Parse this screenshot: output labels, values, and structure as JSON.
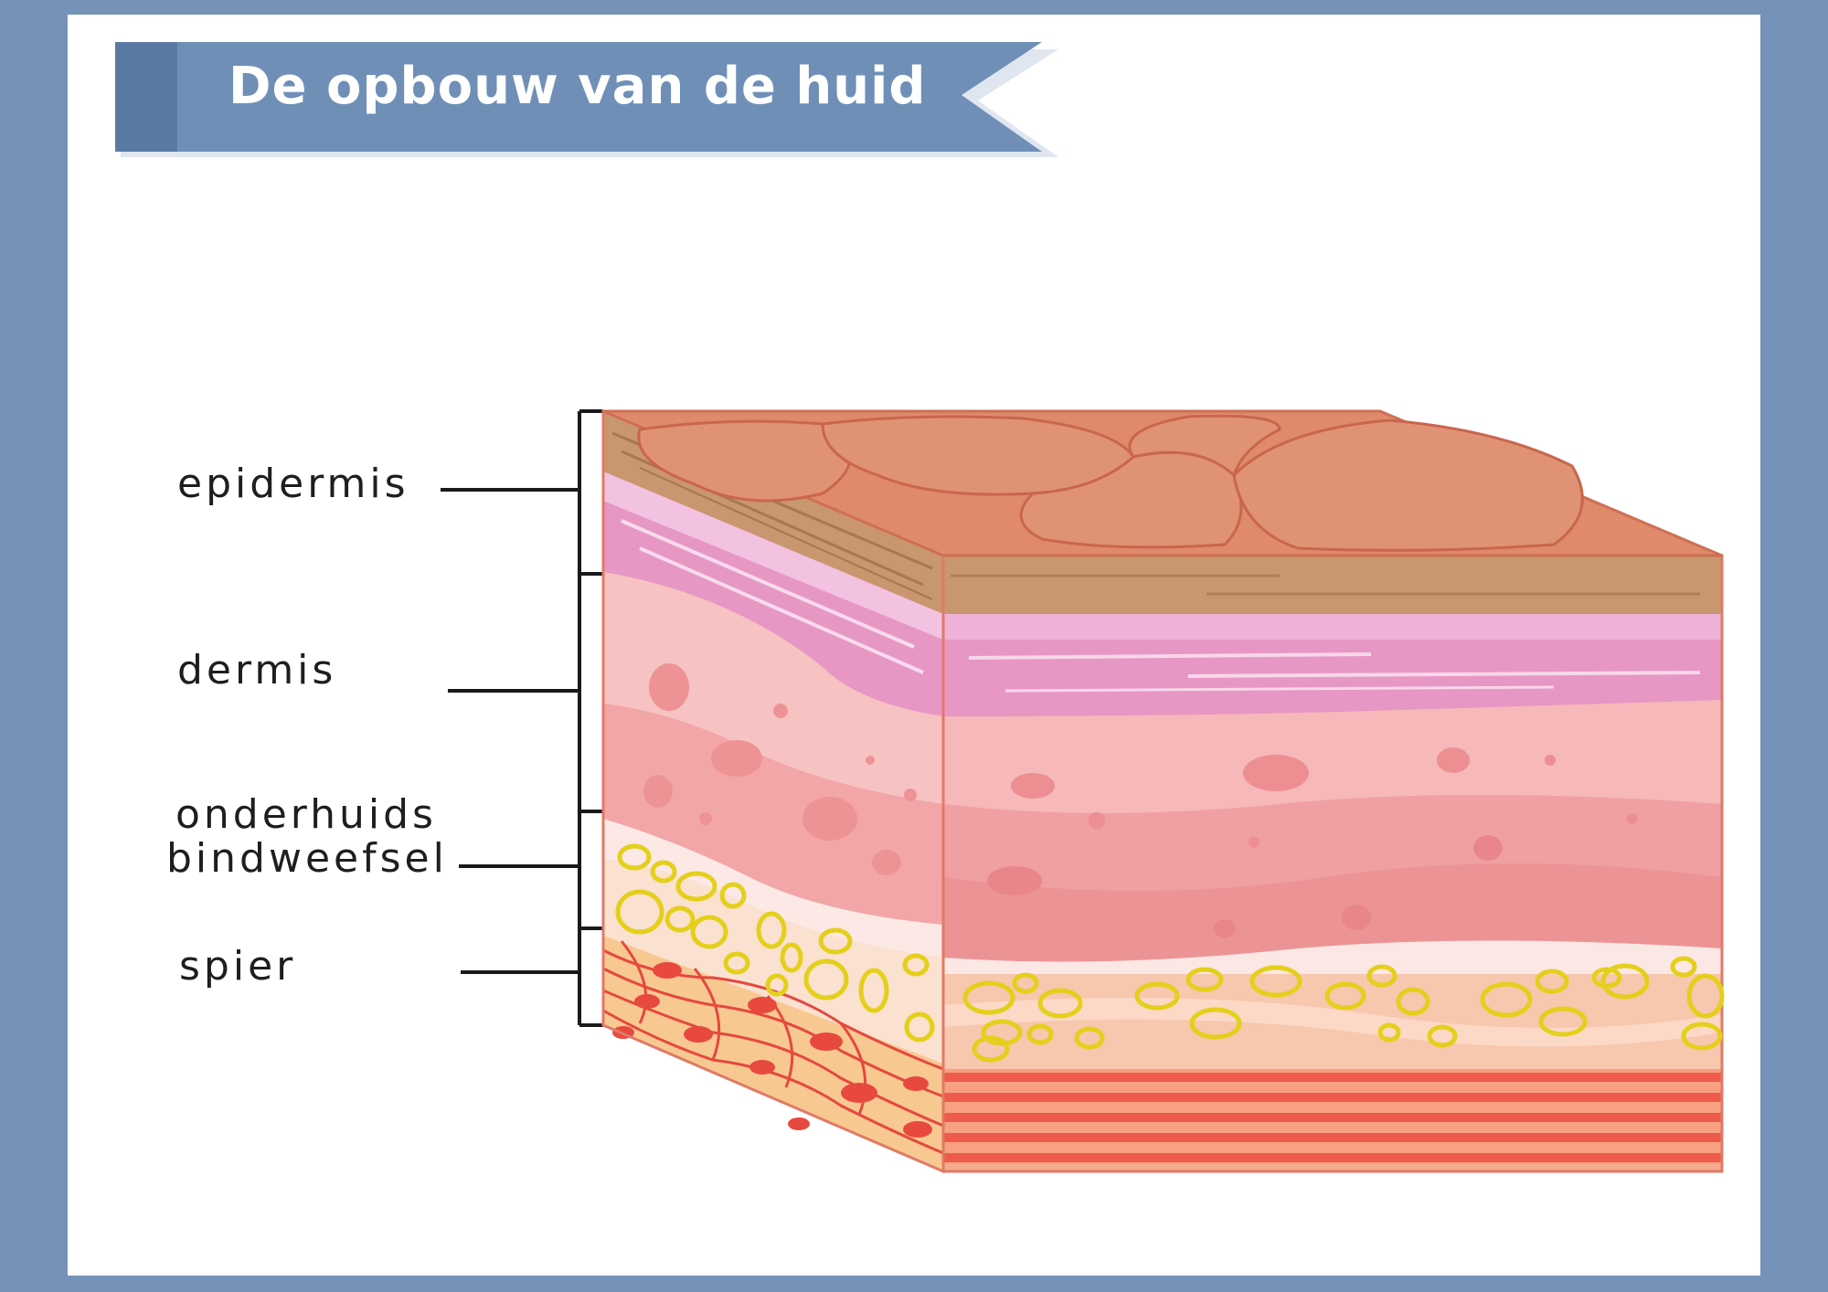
{
  "title": "De opbouw van de huid",
  "colors": {
    "frame": "#7593b9",
    "banner": "#6f8fb7",
    "banner_accent": "#5b7aa3",
    "epidermis_top": "#e08a6d",
    "epidermis_band": "#c79a72",
    "dermis_pink": "#e795c3",
    "dermis": "#f3aaa9",
    "fat_cells": "#e6d21f",
    "muscle": "#ef5b4d"
  },
  "labels": [
    {
      "id": "epidermis",
      "text": "epidermis"
    },
    {
      "id": "dermis",
      "text": "dermis"
    },
    {
      "id": "onderhuids",
      "line1": "onderhuids",
      "line2": "bindweefsel"
    },
    {
      "id": "spier",
      "text": "spier"
    }
  ],
  "icons": [
    "skin-cross-section-illustration",
    "ribbon-banner"
  ]
}
